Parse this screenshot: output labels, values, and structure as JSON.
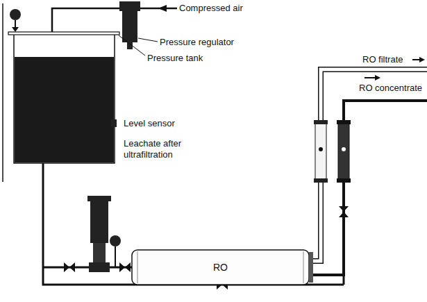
{
  "diagram": {
    "nodes": [
      {
        "text": [
          "RO"
        ]
      }
    ],
    "labels": [
      "Compressed air",
      "Pressure regulator",
      "Pressure tank",
      "Level sensor",
      "Leachate after ultrafiltration",
      "RO filtrate",
      "RO concentrate"
    ]
  }
}
